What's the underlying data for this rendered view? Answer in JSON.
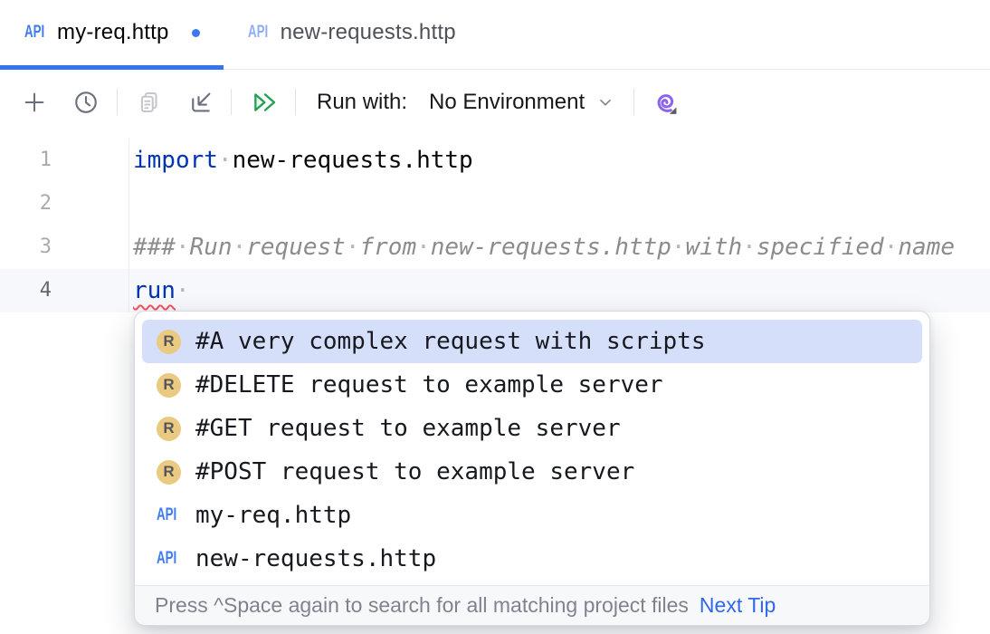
{
  "tabs": [
    {
      "icon": "API",
      "label": "my-req.http",
      "modified": true,
      "active": true
    },
    {
      "icon": "API",
      "label": "new-requests.http",
      "modified": false,
      "active": false
    }
  ],
  "toolbar": {
    "icons": [
      "add",
      "history",
      "copy",
      "import",
      "run-all-requests",
      "ai-assistant"
    ],
    "run_with_label": "Run with:",
    "environment_value": "No Environment"
  },
  "editor": {
    "lines": [
      {
        "number": 1,
        "current": false,
        "tokens": [
          {
            "text": "import",
            "type": "keyword"
          },
          {
            "text": " ",
            "type": "space"
          },
          {
            "text": "new-requests.http",
            "type": "plain"
          }
        ]
      },
      {
        "number": 2,
        "current": false,
        "tokens": []
      },
      {
        "number": 3,
        "current": false,
        "tokens": [
          {
            "text": "### Run request from new-requests.http with specified name",
            "type": "comment"
          }
        ]
      },
      {
        "number": 4,
        "current": true,
        "tokens": [
          {
            "text": "run",
            "type": "keyword",
            "error": true
          },
          {
            "text": " ",
            "type": "space"
          }
        ]
      }
    ]
  },
  "popup": {
    "request_icon_letter": "R",
    "file_icon_text": "API",
    "items": [
      {
        "icon": "request",
        "label": "#A very complex request with scripts",
        "selected": true
      },
      {
        "icon": "request",
        "label": "#DELETE request to example server",
        "selected": false
      },
      {
        "icon": "request",
        "label": "#GET request to example server",
        "selected": false
      },
      {
        "icon": "request",
        "label": "#POST request to example server",
        "selected": false
      },
      {
        "icon": "api-file",
        "label": "my-req.http",
        "selected": false
      },
      {
        "icon": "api-file",
        "label": "new-requests.http",
        "selected": false
      }
    ],
    "footer": {
      "hint": "Press ^Space again to search for all matching project files",
      "link": "Next Tip"
    }
  },
  "colors": {
    "accent_blue": "#3574F0",
    "keyword_blue": "#0033B3",
    "comment_gray": "#8C8C8C",
    "selection_blue": "#D5DFFA",
    "current_line": "#F6F8FC",
    "request_badge": "#EACA81",
    "run_green": "#1FA150",
    "ai_purple": "#8A63F2",
    "error_red": "#F2545B"
  }
}
